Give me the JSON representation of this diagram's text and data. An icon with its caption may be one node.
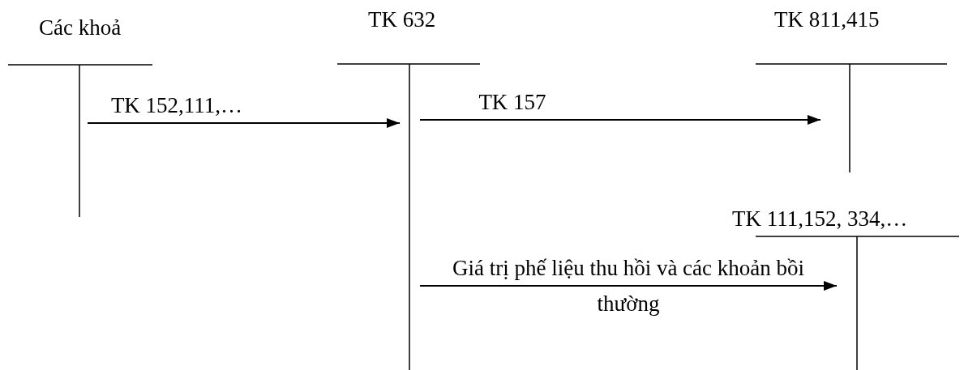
{
  "diagram": {
    "nodes": [
      {
        "text": [
          "Các khoả"
        ]
      },
      {
        "text": [
          "TK 632"
        ]
      },
      {
        "text": [
          "TK 811,415"
        ]
      },
      {
        "text": [
          "TK 111,152, 334,…"
        ]
      }
    ],
    "edges": [
      {
        "from": 0,
        "to": 1,
        "arrow": "to",
        "label": "TK 152,111,…"
      },
      {
        "from": 1,
        "to": 2,
        "arrow": "to",
        "label": "TK 157"
      },
      {
        "from": 1,
        "to": 3,
        "arrow": "to",
        "label": "Giá trị phế liệu thu hồi và các khoản bồi thường"
      }
    ]
  }
}
